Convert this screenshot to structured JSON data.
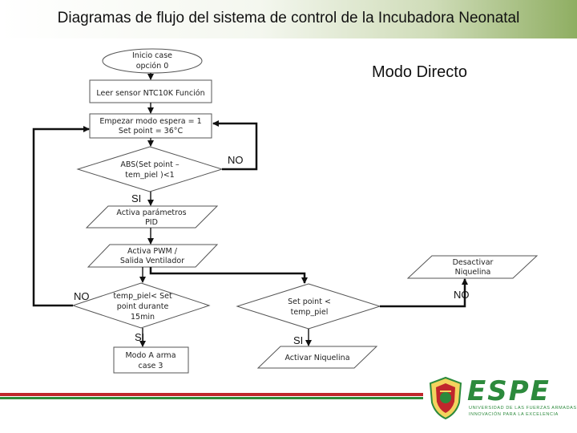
{
  "header": {
    "title": "Diagramas de flujo del sistema de control de la Incubadora Neonatal",
    "subtitle": "Modo Directo"
  },
  "nodes": {
    "start": [
      "Inicio case",
      "opción 0"
    ],
    "read_sensor": [
      "Leer sensor NTC10K Función"
    ],
    "standby": [
      "Empezar modo espera = 1",
      "Set point = 36°C"
    ],
    "dec_abs": [
      "ABS(Set point –",
      "tem_piel )<1"
    ],
    "pid": [
      "Activa parámetros",
      "PID"
    ],
    "pwm": [
      "Activa PWM /",
      "Salida Ventilador"
    ],
    "dec_15min": [
      "temp_piel< Set",
      "point durante",
      "15min"
    ],
    "mode_a": [
      "Modo A arma",
      "case 3"
    ],
    "dec_setpoint": [
      "Set point <",
      "temp_piel"
    ],
    "heater_on": [
      "Activar Niquelina"
    ],
    "heater_off": [
      "Desactivar",
      "Niquelina"
    ]
  },
  "labels": {
    "no_abs": "NO",
    "si_abs": "SI",
    "no_15min": "NO",
    "si_15min": "SI",
    "si_setpoint": "SI",
    "no_setpoint": "NO"
  },
  "logo": {
    "brand": "ESPE",
    "line1": "UNIVERSIDAD DE LAS FUERZAS ARMADAS",
    "line2": "INNOVACIÓN PARA LA EXCELENCIA"
  },
  "colors": {
    "footer_red": "#c0262c",
    "footer_green": "#2e8b3a",
    "brand_green": "#2c8a3c"
  }
}
